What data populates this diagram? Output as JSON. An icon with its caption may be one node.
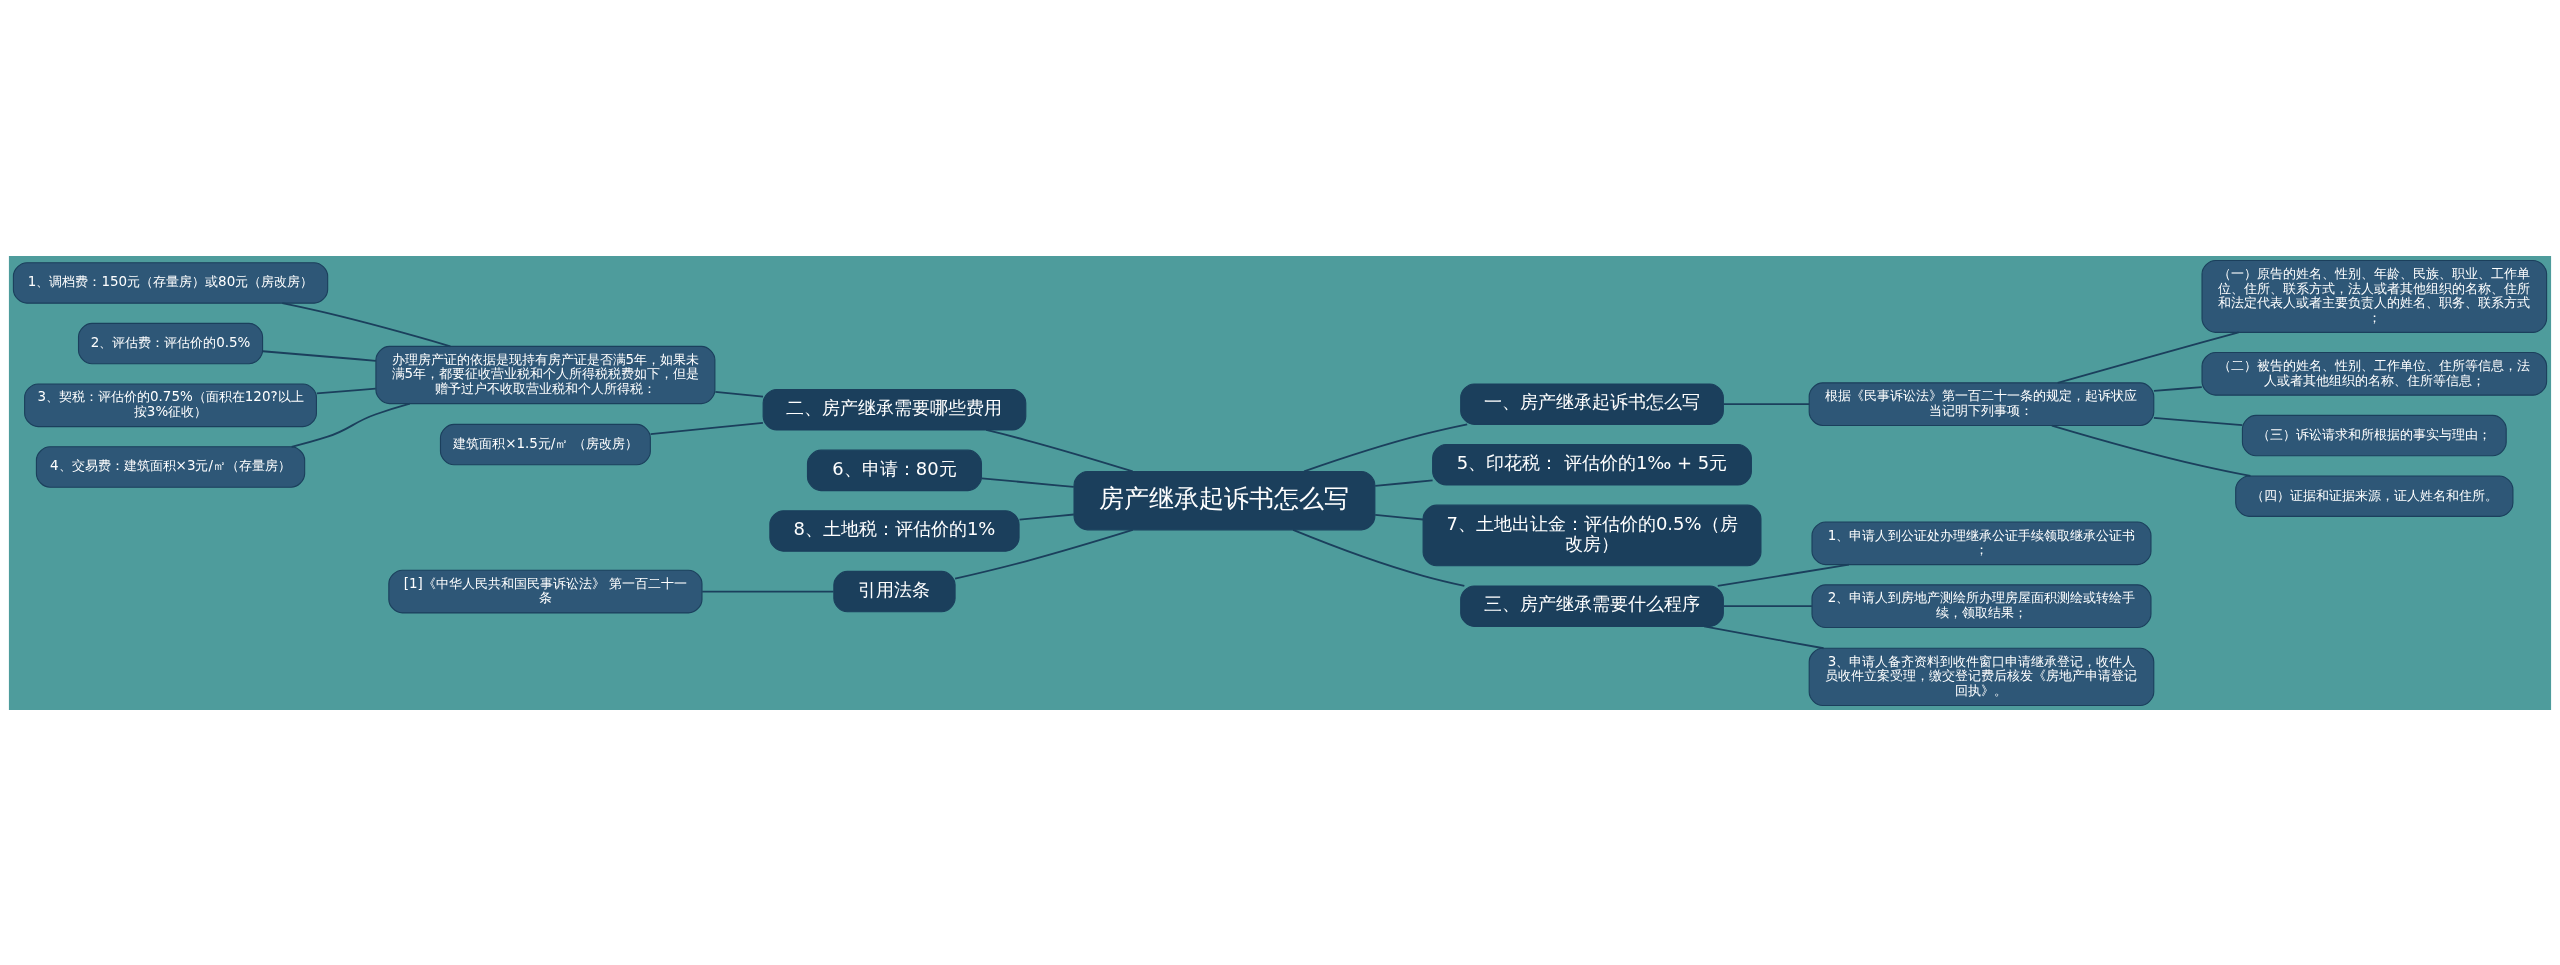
{
  "diagram": {
    "nodes": [
      {
        "text": [
          "房产继承起诉书怎么写"
        ]
      },
      {
        "text": [
          "一、房产继承起诉书怎么写"
        ]
      },
      {
        "text": [
          "根据《民事诉讼法》第一百二十一条的规定，起诉状应当记明下列事项："
        ]
      },
      {
        "text": [
          "（一）原告的姓名、性别、年龄、民族、职业、工作单位、住所、联系方式，法人或者其他组织的名称、住所和法定代表人或者主要负责人的姓名、职务、联系方式；"
        ]
      },
      {
        "text": [
          "（二）被告的姓名、性别、工作单位、住所等信息，法人或者其他组织的名称、住所等信息；"
        ]
      },
      {
        "text": [
          "（三）诉讼请求和所根据的事实与理由；"
        ]
      },
      {
        "text": [
          "（四）证据和证据来源，证人姓名和住所。"
        ]
      },
      {
        "text": [
          "5、印花税： 评估价的1‰ + 5元"
        ]
      },
      {
        "text": [
          "7、土地出让金：评估价的0.5%（房改房）"
        ]
      },
      {
        "text": [
          "三、房产继承需要什么程序"
        ]
      },
      {
        "text": [
          "1、申请人到公证处办理继承公证手续领取继承公证书；"
        ]
      },
      {
        "text": [
          "2、申请人到房地产测绘所办理房屋面积测绘或转绘手续，领取结果；"
        ]
      },
      {
        "text": [
          "3、申请人备齐资料到收件窗口申请继承登记，收件人员收件立案受理，缴交登记费后核发《房地产申请登记回执》。"
        ]
      },
      {
        "text": [
          "二、房产继承需要哪些费用"
        ]
      },
      {
        "text": [
          "办理房产证的依据是现持有房产证是否满5年，如果未满5年，都要征收营业税和个人所得税税费如下，但是赠予过户不收取营业税和个人所得税："
        ]
      },
      {
        "text": [
          "1、调档费：150元（存量房）或80元（房改房）"
        ]
      },
      {
        "text": [
          "2、评估费：评估价的0.5%"
        ]
      },
      {
        "text": [
          "3、契税：评估价的0.75%（面积在120?以上按3%征收）"
        ]
      },
      {
        "text": [
          "4、交易费：建筑面积×3元/㎡（存量房）"
        ]
      },
      {
        "text": [
          "建筑面积×1.5元/㎡ （房改房）"
        ]
      },
      {
        "text": [
          "6、申请：80元"
        ]
      },
      {
        "text": [
          "8、土地税：评估价的1%"
        ]
      },
      {
        "text": [
          "引用法条"
        ]
      },
      {
        "text": [
          "[1]《中华人民共和国民事诉讼法》 第一百二十一条"
        ]
      }
    ],
    "edges": [
      {
        "from": 0,
        "to": 1,
        "arrow": "none"
      },
      {
        "from": 1,
        "to": 2,
        "arrow": "none"
      },
      {
        "from": 2,
        "to": 3,
        "arrow": "none"
      },
      {
        "from": 2,
        "to": 4,
        "arrow": "none"
      },
      {
        "from": 2,
        "to": 5,
        "arrow": "none"
      },
      {
        "from": 2,
        "to": 6,
        "arrow": "none"
      },
      {
        "from": 0,
        "to": 7,
        "arrow": "none"
      },
      {
        "from": 0,
        "to": 8,
        "arrow": "none"
      },
      {
        "from": 0,
        "to": 9,
        "arrow": "none"
      },
      {
        "from": 9,
        "to": 10,
        "arrow": "none"
      },
      {
        "from": 9,
        "to": 11,
        "arrow": "none"
      },
      {
        "from": 9,
        "to": 12,
        "arrow": "none"
      },
      {
        "from": 0,
        "to": 13,
        "arrow": "none"
      },
      {
        "from": 13,
        "to": 14,
        "arrow": "none"
      },
      {
        "from": 14,
        "to": 15,
        "arrow": "none"
      },
      {
        "from": 14,
        "to": 16,
        "arrow": "none"
      },
      {
        "from": 14,
        "to": 17,
        "arrow": "none"
      },
      {
        "from": 14,
        "to": 18,
        "arrow": "none"
      },
      {
        "from": 13,
        "to": 19,
        "arrow": "none"
      },
      {
        "from": 0,
        "to": 20,
        "arrow": "none"
      },
      {
        "from": 0,
        "to": 21,
        "arrow": "none"
      },
      {
        "from": 0,
        "to": 22,
        "arrow": "none"
      },
      {
        "from": 22,
        "to": 23,
        "arrow": "none"
      }
    ]
  }
}
